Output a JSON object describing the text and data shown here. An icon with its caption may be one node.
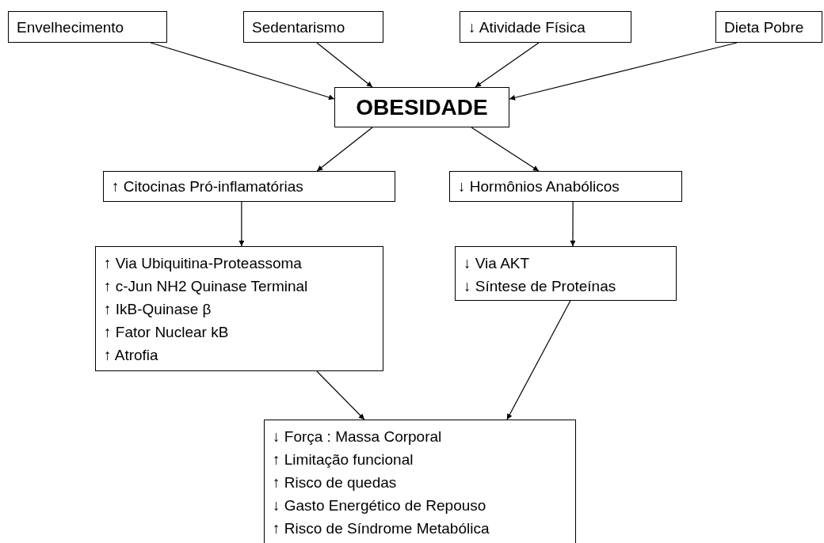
{
  "diagram": {
    "nodes": [
      {
        "text": [
          "Envelhecimento"
        ]
      },
      {
        "text": [
          "Sedentarismo"
        ]
      },
      {
        "text": [
          "↓ Atividade Física"
        ]
      },
      {
        "text": [
          "Dieta Pobre"
        ]
      },
      {
        "text": [
          "OBESIDADE"
        ]
      },
      {
        "text": [
          "↑ Citocinas Pró-inflamatórias"
        ]
      },
      {
        "text": [
          "↓ Hormônios Anabólicos"
        ]
      },
      {
        "text": [
          "↑ Via Ubiquitina-Proteassoma",
          "↑ c-Jun NH2 Quinase Terminal",
          "↑ IkB-Quinase β",
          "↑ Fator Nuclear kB",
          "↑ Atrofia"
        ]
      },
      {
        "text": [
          "↓ Via AKT",
          "↓ Síntese de Proteínas"
        ]
      },
      {
        "text": [
          "↓ Força : Massa Corporal",
          "↑ Limitação funcional",
          "↑ Risco de quedas",
          "↓ Gasto Energético de Repouso",
          "↑ Risco de Síndrome Metabólica"
        ]
      }
    ],
    "edges": [
      {
        "from": 0,
        "to": 4,
        "arrow": "to"
      },
      {
        "from": 1,
        "to": 4,
        "arrow": "to"
      },
      {
        "from": 2,
        "to": 4,
        "arrow": "to"
      },
      {
        "from": 3,
        "to": 4,
        "arrow": "to"
      },
      {
        "from": 4,
        "to": 5,
        "arrow": "to"
      },
      {
        "from": 4,
        "to": 6,
        "arrow": "to"
      },
      {
        "from": 5,
        "to": 7,
        "arrow": "to"
      },
      {
        "from": 6,
        "to": 8,
        "arrow": "to"
      },
      {
        "from": 7,
        "to": 9,
        "arrow": "to"
      },
      {
        "from": 8,
        "to": 9,
        "arrow": "to"
      }
    ]
  }
}
